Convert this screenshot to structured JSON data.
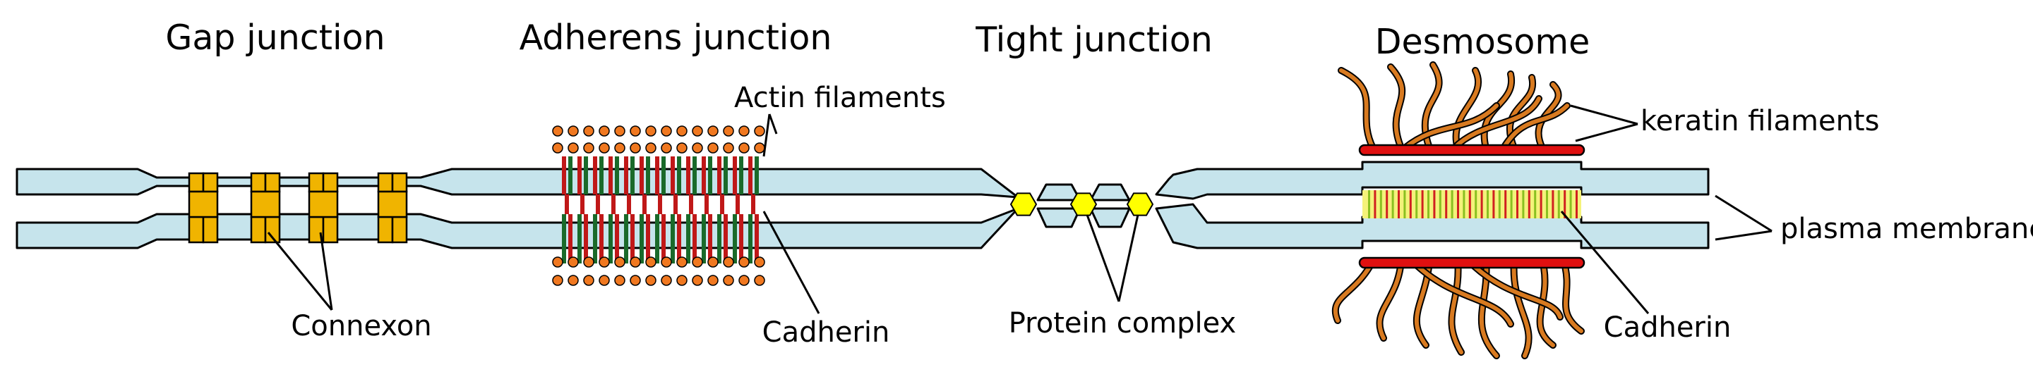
{
  "titles": {
    "gap": "Gap junction",
    "adherens": "Adherens junction",
    "tight": "Tight junction",
    "desmosome": "Desmosome"
  },
  "labels": {
    "actin": "Actin filaments",
    "keratin": "keratin filaments",
    "plasma": "plasma membrane",
    "connexon": "Connexon",
    "cadherin_adherens": "Cadherin",
    "protein_complex": "Protein complex",
    "cadherin_desmosome": "Cadherin"
  },
  "colors": {
    "membrane": "#c6e4ec",
    "connexon": "#f0b400",
    "actin_dot": "#f07820",
    "actin_bar_red": "#c01818",
    "actin_bar_green": "#1a6a2a",
    "plaque": "#e01010",
    "keratin": "#d87a20",
    "tight_protein": "#ffff00",
    "desmo_stripe_green": "#8ac020",
    "desmo_stripe_red": "#d02020"
  }
}
